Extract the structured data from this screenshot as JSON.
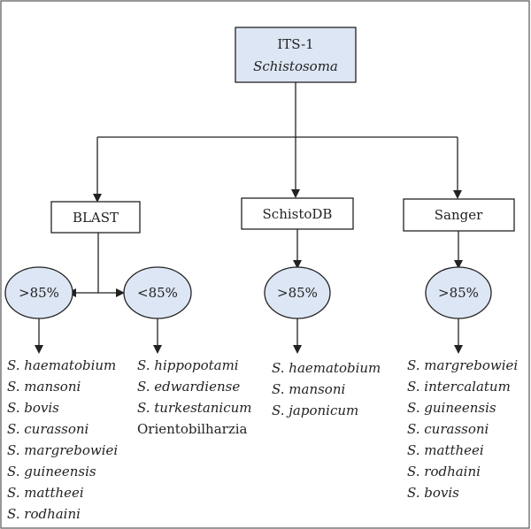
{
  "colors": {
    "root_fill": "#dde6f4",
    "node_fill": "#ffffff",
    "ellipse_fill": "#dde6f4",
    "stroke": "#222222",
    "border": "#555555"
  },
  "root": {
    "line1": "ITS-1",
    "line2": "Schistosoma"
  },
  "methods": [
    {
      "label": "BLAST",
      "groups": [
        {
          "threshold": ">85%",
          "species": [
            "S. haematobium",
            "S. mansoni",
            "S. bovis",
            "S. curassoni",
            "S. margrebowiei",
            "S. guineensis",
            "S. mattheei",
            "S. rodhaini"
          ]
        },
        {
          "threshold": "<85%",
          "species": [
            "S. hippopotami",
            "S. edwardiense",
            "S. turkestanicum",
            "Orientobilharzia"
          ]
        }
      ]
    },
    {
      "label": "SchistoDB",
      "groups": [
        {
          "threshold": ">85%",
          "species": [
            "S. haematobium",
            "S. mansoni",
            "S. japonicum"
          ]
        }
      ]
    },
    {
      "label": "Sanger",
      "groups": [
        {
          "threshold": ">85%",
          "species": [
            "S. margrebowiei",
            "S. intercalatum",
            "S. guineensis",
            "S. curassoni",
            "S. mattheei",
            "S. rodhaini",
            "S. bovis"
          ]
        }
      ]
    }
  ]
}
